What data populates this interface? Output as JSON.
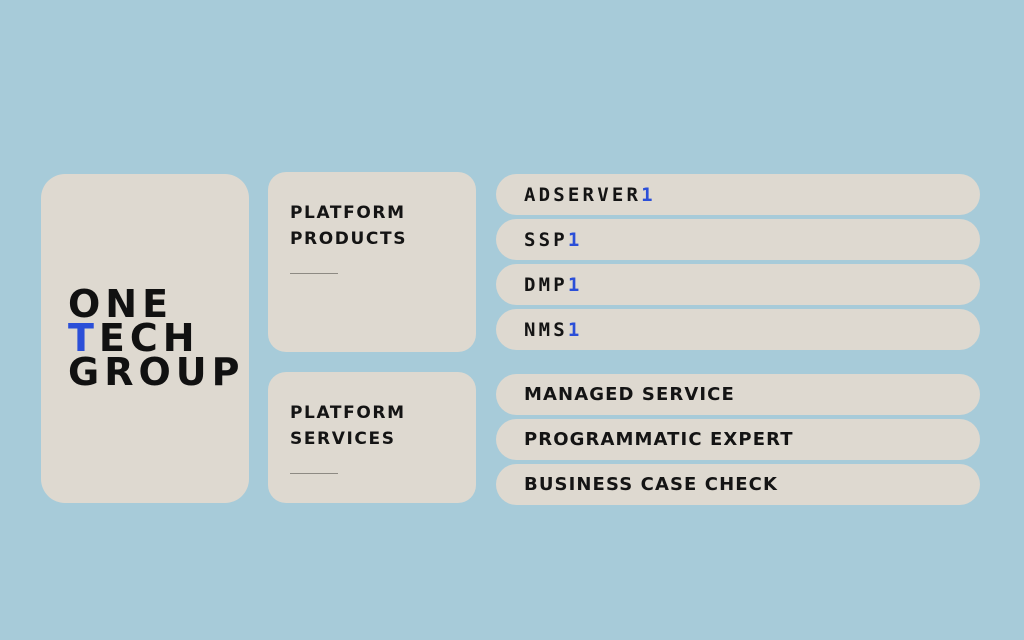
{
  "theme": {
    "background_color": "#a7cbd9",
    "card_color": "#ded9d0",
    "text_color": "#141414",
    "accent_color": "#2b4fd8",
    "rule_color": "#8d8a83"
  },
  "brand": {
    "name": "ONE TECH GROUP",
    "lines": [
      {
        "prefix": "",
        "accent": "",
        "suffix": "ONE"
      },
      {
        "prefix": "",
        "accent": "T",
        "suffix": "ECH"
      },
      {
        "prefix": "",
        "accent": "",
        "suffix": "GROUP"
      }
    ],
    "line_1": "ONE",
    "line_2_accent": "T",
    "line_2_rest": "ECH",
    "line_3": "GROUP"
  },
  "categories": [
    {
      "title_line_1": "PLATFORM",
      "title_line_2": "PRODUCTS",
      "items": [
        {
          "label": "ADSERVER",
          "suffix": "1"
        },
        {
          "label": "SSP",
          "suffix": "1"
        },
        {
          "label": "DMP",
          "suffix": "1"
        },
        {
          "label": "NMS",
          "suffix": "1"
        }
      ]
    },
    {
      "title_line_1": "PLATFORM",
      "title_line_2": "SERVICES",
      "items": [
        {
          "label": "MANAGED SERVICE",
          "suffix": ""
        },
        {
          "label": "PROGRAMMATIC EXPERT",
          "suffix": ""
        },
        {
          "label": "BUSINESS CASE CHECK",
          "suffix": ""
        }
      ]
    }
  ]
}
